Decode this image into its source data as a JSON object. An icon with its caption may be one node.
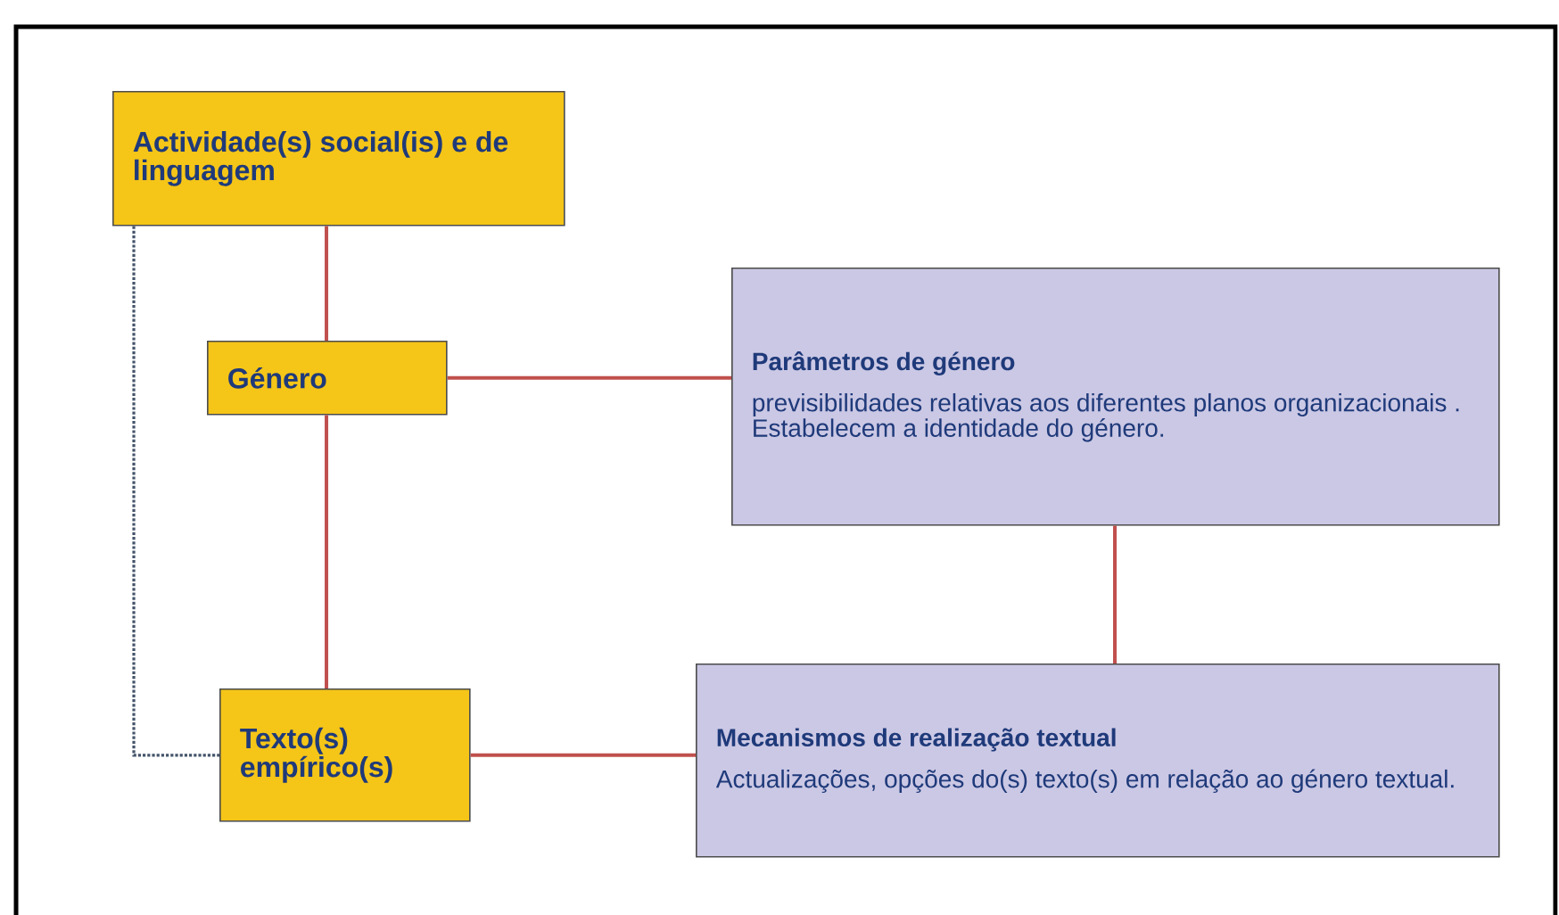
{
  "diagram": {
    "nodes": [
      {
        "text": [
          "Actividade(s) social(is) e de linguagem"
        ]
      },
      {
        "text": [
          "Género"
        ]
      },
      {
        "text": [
          "Parâmetros de género",
          "previsibilidades relativas aos diferentes planos organizacionais . Estabelecem a identidade do género."
        ]
      },
      {
        "text": [
          "Texto(s) empírico(s)"
        ]
      },
      {
        "text": [
          "Mecanismos de realização textual",
          "Actualizações, opções do(s) texto(s) em relação ao género textual."
        ]
      }
    ],
    "edges": [
      {
        "from": 0,
        "to": 1,
        "arrow": "none"
      },
      {
        "from": 1,
        "to": 2,
        "arrow": "none"
      },
      {
        "from": 1,
        "to": 3,
        "arrow": "none"
      },
      {
        "from": 2,
        "to": 4,
        "arrow": "none"
      },
      {
        "from": 3,
        "to": 4,
        "arrow": "none"
      },
      {
        "from": 0,
        "to": 3,
        "arrow": "none",
        "style": "dashed",
        "color": "#44546a"
      }
    ]
  }
}
